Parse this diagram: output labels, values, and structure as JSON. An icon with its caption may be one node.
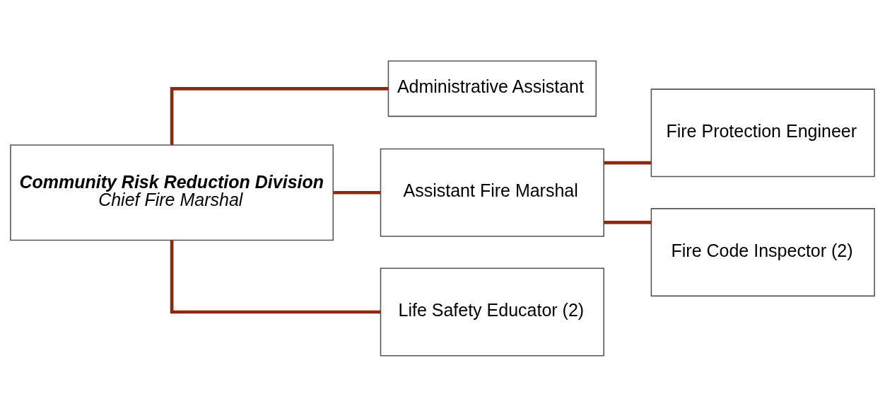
{
  "diagram": {
    "nodes": [
      {
        "text": [
          "Community Risk Reduction Division",
          "Chief Fire Marshal"
        ]
      },
      {
        "text": [
          "Administrative Assistant"
        ]
      },
      {
        "text": [
          "Assistant Fire Marshal"
        ]
      },
      {
        "text": [
          "Life Safety Educator (2)"
        ]
      },
      {
        "text": [
          "Fire Protection Engineer"
        ]
      },
      {
        "text": [
          "Fire Code Inspector (2)"
        ]
      }
    ],
    "edges": [
      {
        "from": 0,
        "to": 1,
        "arrow": "none"
      },
      {
        "from": 0,
        "to": 2,
        "arrow": "none"
      },
      {
        "from": 0,
        "to": 3,
        "arrow": "none"
      },
      {
        "from": 2,
        "to": 4,
        "arrow": "none"
      },
      {
        "from": 2,
        "to": 5,
        "arrow": "none"
      }
    ]
  }
}
